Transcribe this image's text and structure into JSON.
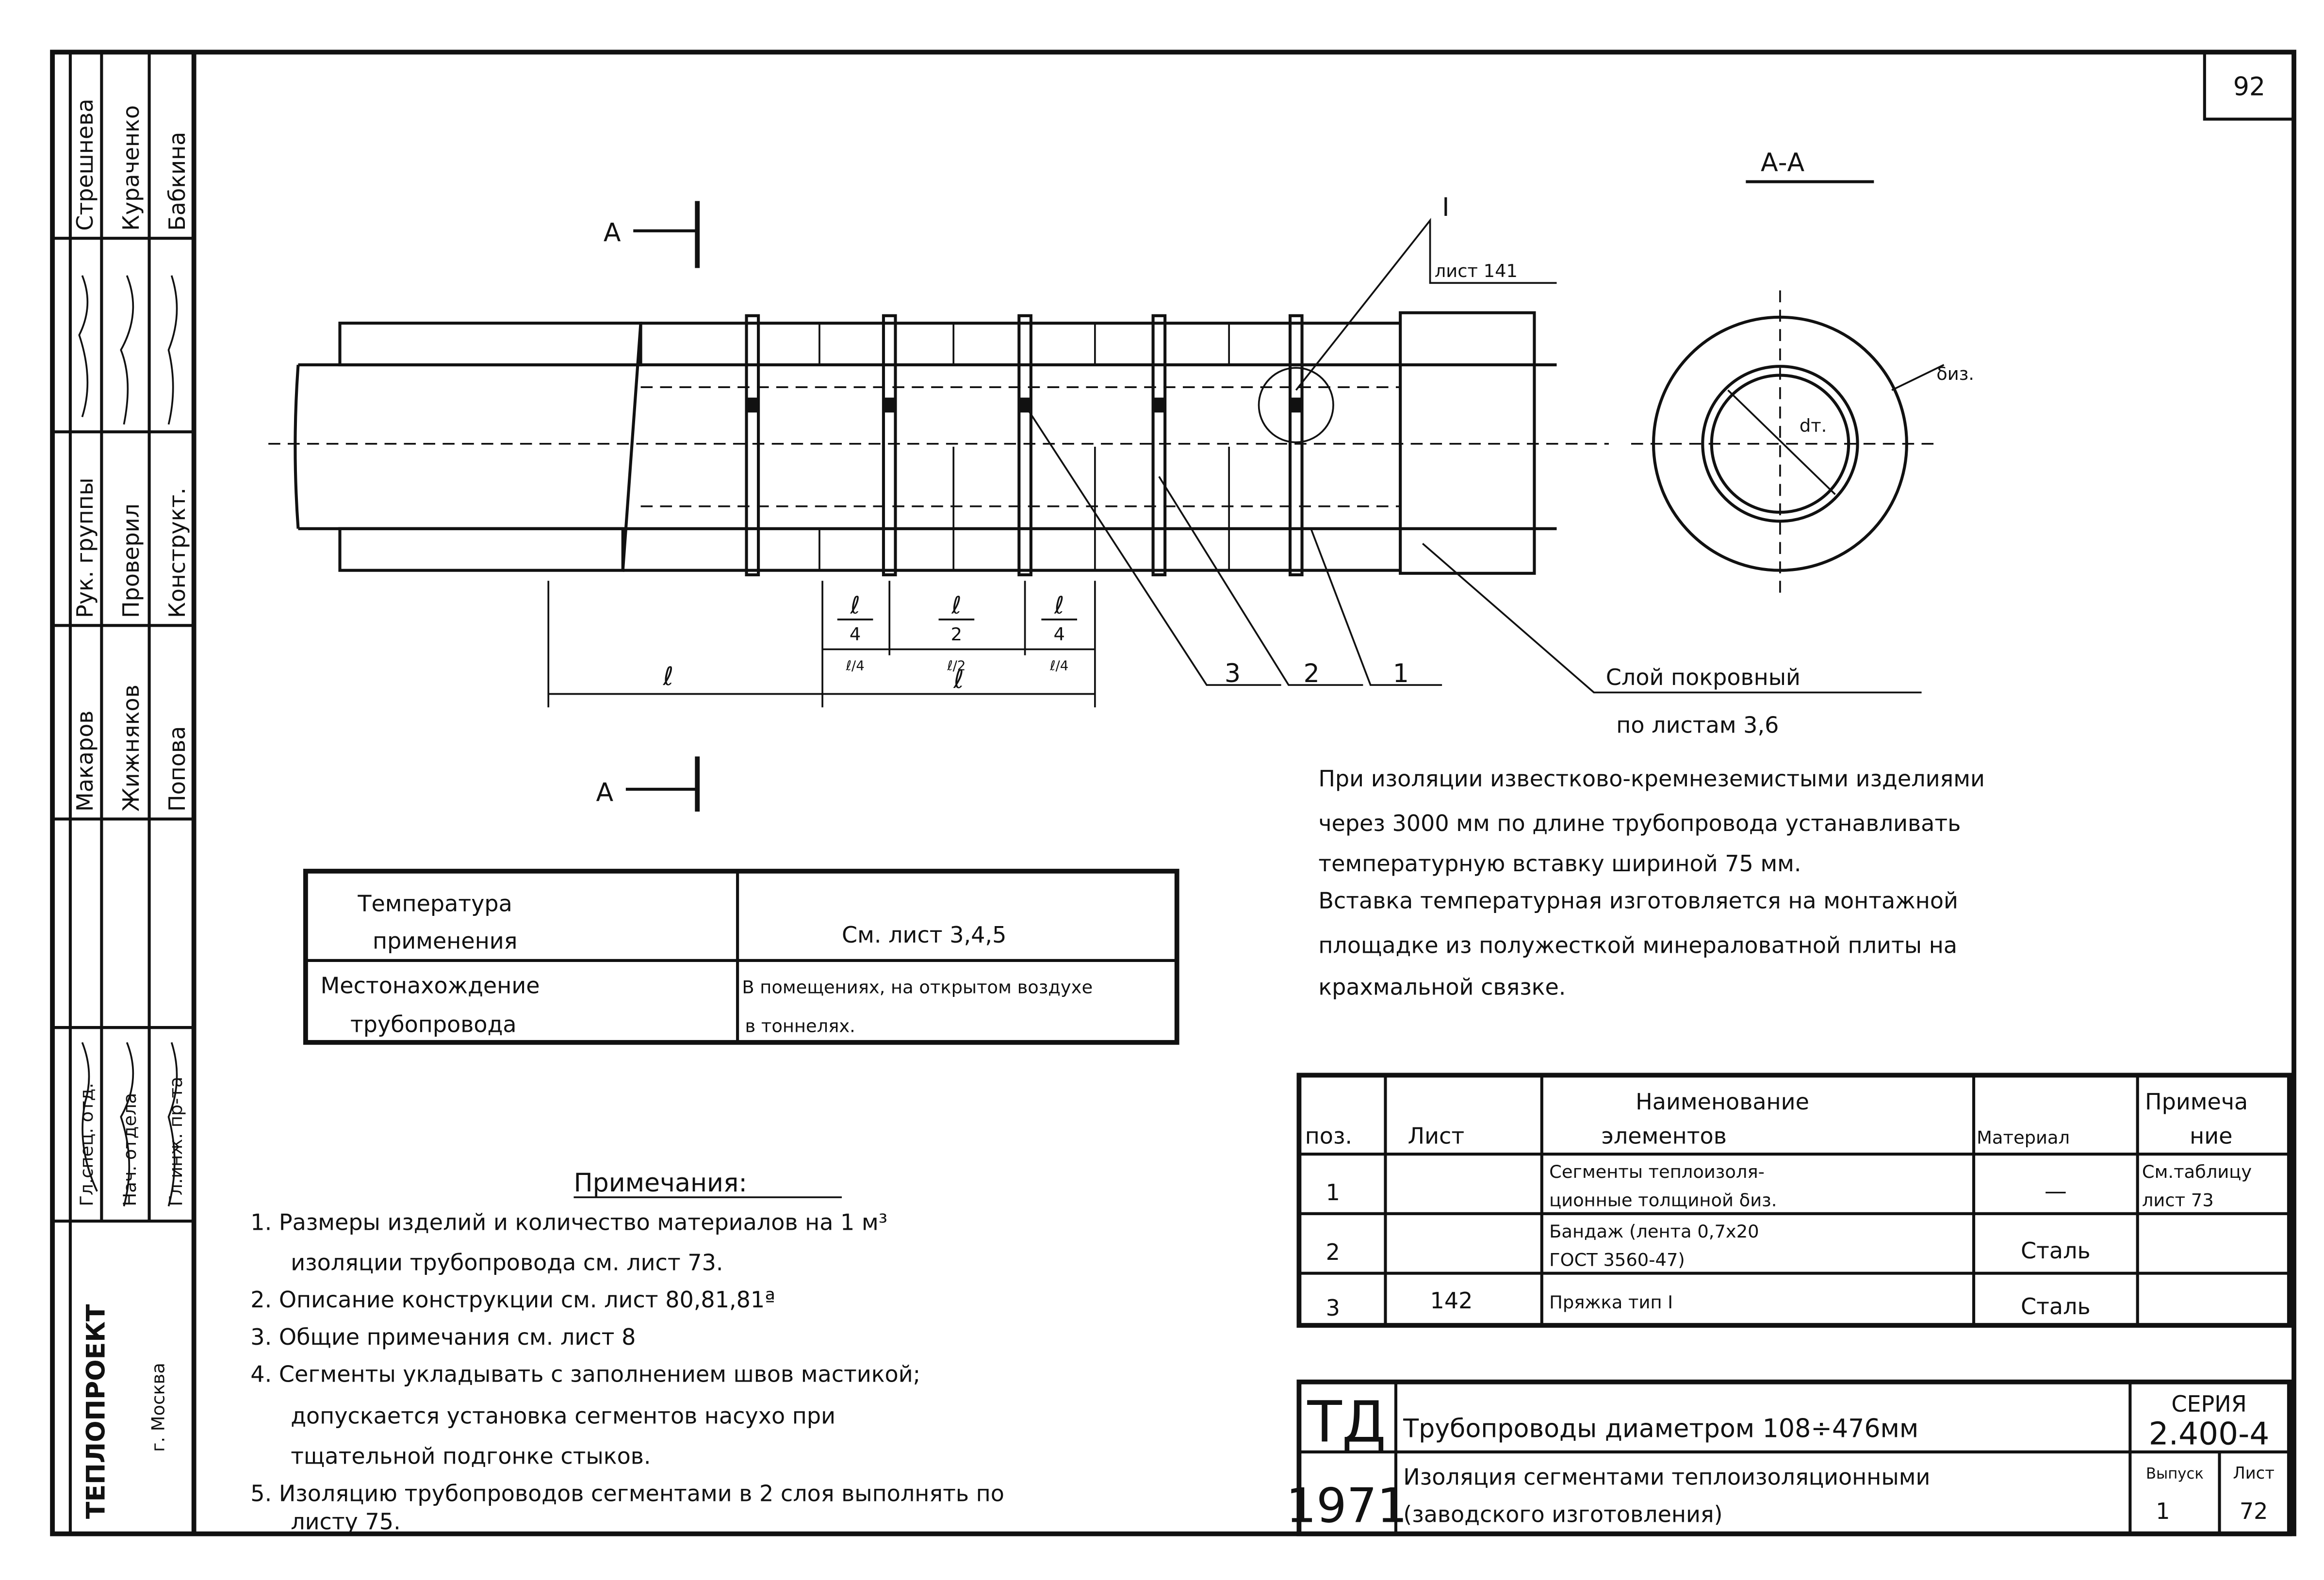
{
  "sheet_number": "92",
  "section_label": "А-А",
  "cut_marks": {
    "top": "А",
    "bottom": "А"
  },
  "detail": {
    "mark": "I",
    "ref": "лист 141"
  },
  "dimensions": {
    "l": "ℓ",
    "l4_left": "ℓ/4",
    "l2": "ℓ/2",
    "l4_right": "ℓ/4",
    "l_total": "ℓ",
    "l_pitch": "ℓ"
  },
  "dim_fractions": [
    {
      "num": "ℓ",
      "den": "4"
    },
    {
      "num": "ℓ",
      "den": "2"
    },
    {
      "num": "ℓ",
      "den": "4"
    }
  ],
  "positions": [
    "3",
    "2",
    "1"
  ],
  "cover_layer": {
    "line1": "Слой покровный",
    "line2": "по листам 3,6"
  },
  "section_labels": {
    "thickness": "δиз.",
    "diameter": "dт."
  },
  "paragraph": [
    "При изоляции известково-кремнеземистыми изделиями",
    "через 3000 мм по длине трубопровода устанавливать",
    "температурную вставку шириной 75 мм.",
    "Вставка температурная изготовляется на монтажной",
    "площадке из полужесткой минераловатной плиты на",
    "крахмальной связке."
  ],
  "conditions_table": {
    "rows": [
      {
        "label": [
          "Температура",
          "применения"
        ],
        "value": [
          "См. лист 3,4,5"
        ]
      },
      {
        "label": [
          "Местонахождение",
          "трубопровода"
        ],
        "value": [
          "В помещениях, на открытом воздухе",
          "в тоннелях."
        ]
      }
    ]
  },
  "notes": {
    "title": "Примечания:",
    "items": [
      [
        "1. Размеры изделий и количество материалов на 1 м³",
        "изоляции трубопровода см. лист 73."
      ],
      [
        "2. Описание конструкции см. лист 80,81,81ª"
      ],
      [
        "3. Общие примечания см. лист 8"
      ],
      [
        "4. Сегменты укладывать с заполнением швов мастикой;",
        "допускается установка сегментов насухо при",
        "тщательной подгонке стыков."
      ],
      [
        "5. Изоляцию трубопроводов сегментами в 2 слоя выполнять по",
        "листу 75."
      ]
    ]
  },
  "spec_table": {
    "headers": [
      [
        "поз."
      ],
      [
        "Лист"
      ],
      [
        "Наименование",
        "элементов"
      ],
      [
        "Материал"
      ],
      [
        "Примеча",
        "ние"
      ]
    ],
    "rows": [
      {
        "pos": "1",
        "sheet": "",
        "name": [
          "Сегменты теплоизоля-",
          "ционные толщиной δиз."
        ],
        "material": "—",
        "note": [
          "См.таблицу",
          "лист 73"
        ]
      },
      {
        "pos": "2",
        "sheet": "",
        "name": [
          "Бандаж (лента 0,7х20",
          "ГОСТ 3560-47)"
        ],
        "material": "Сталь",
        "note": []
      },
      {
        "pos": "3",
        "sheet": "142",
        "name": [
          "Пряжка тип I"
        ],
        "material": "Сталь",
        "note": []
      }
    ]
  },
  "title_block": {
    "org_code": "ТД",
    "year": "1971",
    "title": "Трубопроводы диаметром 108÷476мм",
    "subtitle": [
      "Изоляция сегментами теплоизоляционными",
      "(заводского изготовления)"
    ],
    "series_label": "СЕРИЯ",
    "series": "2.400-4",
    "issue_label": "Выпуск",
    "issue": "1",
    "sheet_label": "Лист",
    "sheet": "72"
  },
  "stamp": {
    "org": "ТЕПЛОПРОЕКТ",
    "city": "г. Москва",
    "roles": [
      "Гл.спец. отд.",
      "Нач. отдела",
      "Гл.инж. пр-та",
      "Рук. группы",
      "Проверил",
      "Конструкт."
    ],
    "names": [
      "Макаров",
      "Жижняков",
      "Попова",
      "Стрешнева",
      "Кураченко",
      "Бабкина"
    ]
  }
}
